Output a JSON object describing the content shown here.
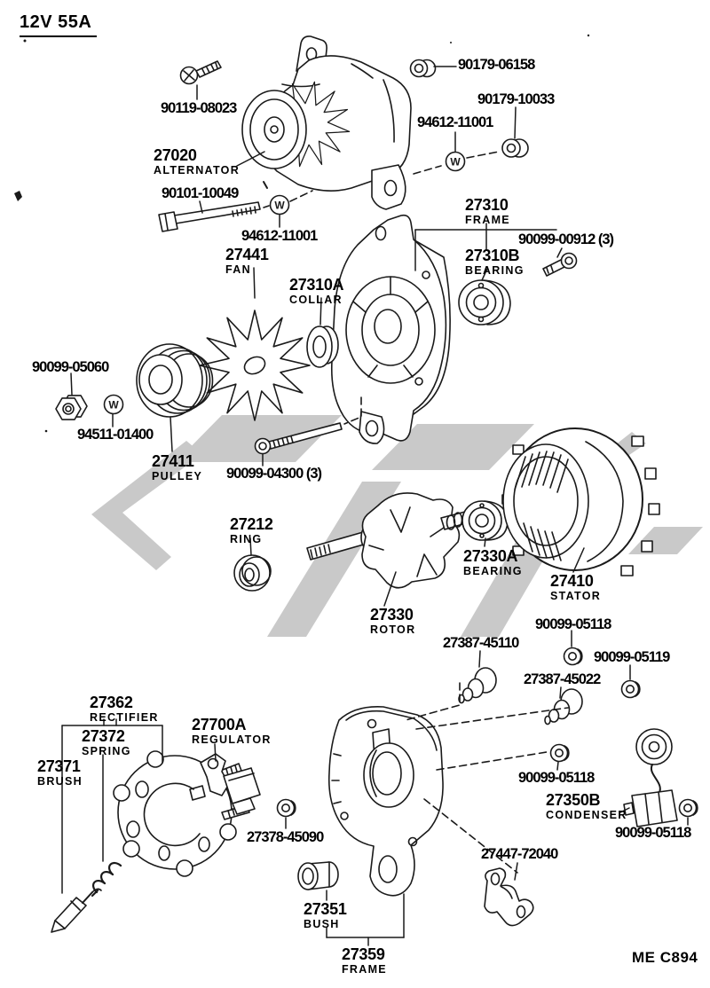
{
  "header": {
    "title": "12V 55A"
  },
  "footer": {
    "plate_code": "ME  C894"
  },
  "symbols": {
    "washer": "W"
  },
  "colors": {
    "ink": "#1a1a1a",
    "watermark": "#c9c9c9",
    "paper": "#ffffff"
  },
  "parts": [
    {
      "number": "90119-08023",
      "name": ""
    },
    {
      "number": "27020",
      "name": "ALTERNATOR"
    },
    {
      "number": "90179-06158",
      "name": ""
    },
    {
      "number": "90179-10033",
      "name": ""
    },
    {
      "number": "94612-11001",
      "name": ""
    },
    {
      "number": "90101-10049",
      "name": ""
    },
    {
      "number": "94612-11001",
      "name": ""
    },
    {
      "number": "27310",
      "name": "FRAME"
    },
    {
      "number": "90099-00912 (3)",
      "name": ""
    },
    {
      "number": "27310B",
      "name": "BEARING"
    },
    {
      "number": "27441",
      "name": "FAN"
    },
    {
      "number": "27310A",
      "name": "COLLAR"
    },
    {
      "number": "90099-05060",
      "name": ""
    },
    {
      "number": "94511-01400",
      "name": ""
    },
    {
      "number": "27411",
      "name": "PULLEY"
    },
    {
      "number": "90099-04300 (3)",
      "name": ""
    },
    {
      "number": "27212",
      "name": "RING"
    },
    {
      "number": "27330A",
      "name": "BEARING"
    },
    {
      "number": "27410",
      "name": "STATOR"
    },
    {
      "number": "27330",
      "name": "ROTOR"
    },
    {
      "number": "90099-05118",
      "name": ""
    },
    {
      "number": "27387-45110",
      "name": ""
    },
    {
      "number": "90099-05119",
      "name": ""
    },
    {
      "number": "27387-45022",
      "name": ""
    },
    {
      "number": "27362",
      "name": "RECTIFIER"
    },
    {
      "number": "27372",
      "name": "SPRING"
    },
    {
      "number": "27371",
      "name": "BRUSH"
    },
    {
      "number": "27700A",
      "name": "REGULATOR"
    },
    {
      "number": "27378-45090",
      "name": ""
    },
    {
      "number": "90099-05118",
      "name": ""
    },
    {
      "number": "27350B",
      "name": "CONDENSER"
    },
    {
      "number": "90099-05118",
      "name": ""
    },
    {
      "number": "27447-72040",
      "name": ""
    },
    {
      "number": "27351",
      "name": "BUSH"
    },
    {
      "number": "27359",
      "name": "FRAME"
    }
  ]
}
